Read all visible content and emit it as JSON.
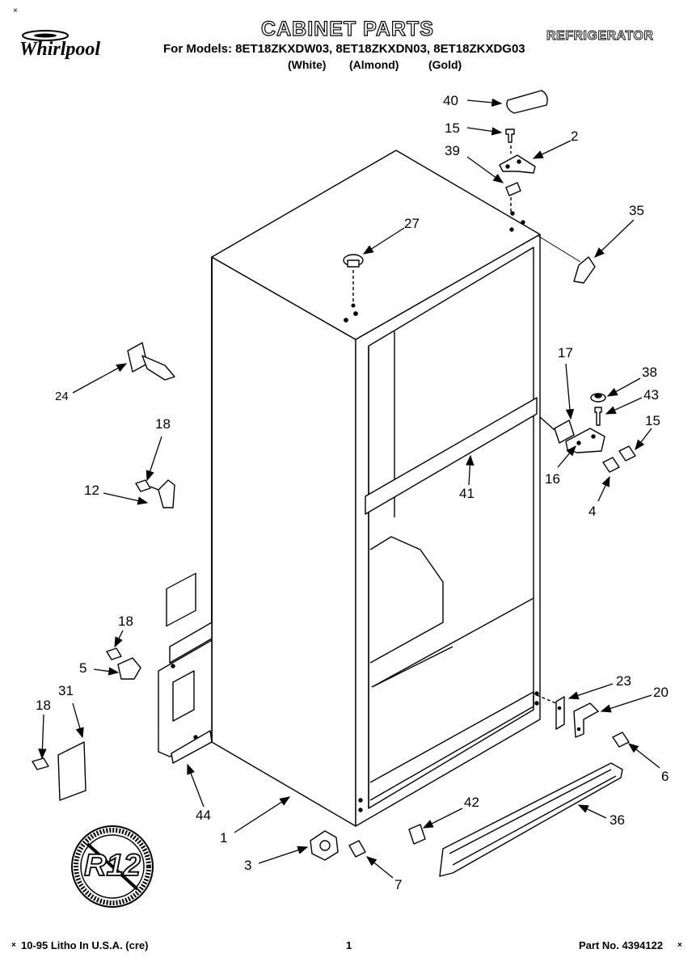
{
  "header": {
    "brand": "Whirlpool",
    "title": "CABINET PARTS",
    "models_line": "For Models: 8ET18ZKXDW03, 8ET18ZKXDN03, 8ET18ZKXDG03",
    "colors": [
      "(White)",
      "(Almond)",
      "(Gold)"
    ],
    "product": "REFRIGERATOR"
  },
  "footer": {
    "litho": "10-95 Litho In U.S.A. (cre)",
    "page": "1",
    "part_no": "Part No. 4394122"
  },
  "badge": {
    "text": "R12"
  },
  "callouts": [
    {
      "label": "40"
    },
    {
      "label": "15"
    },
    {
      "label": "2"
    },
    {
      "label": "39"
    },
    {
      "label": "35"
    },
    {
      "label": "27"
    },
    {
      "label": "24"
    },
    {
      "label": "18"
    },
    {
      "label": "12"
    },
    {
      "label": "17"
    },
    {
      "label": "38"
    },
    {
      "label": "43"
    },
    {
      "label": "15"
    },
    {
      "label": "16"
    },
    {
      "label": "41"
    },
    {
      "label": "4"
    },
    {
      "label": "18"
    },
    {
      "label": "5"
    },
    {
      "label": "31"
    },
    {
      "label": "18"
    },
    {
      "label": "23"
    },
    {
      "label": "20"
    },
    {
      "label": "6"
    },
    {
      "label": "44"
    },
    {
      "label": "42"
    },
    {
      "label": "36"
    },
    {
      "label": "1"
    },
    {
      "label": "3"
    },
    {
      "label": "7"
    }
  ]
}
